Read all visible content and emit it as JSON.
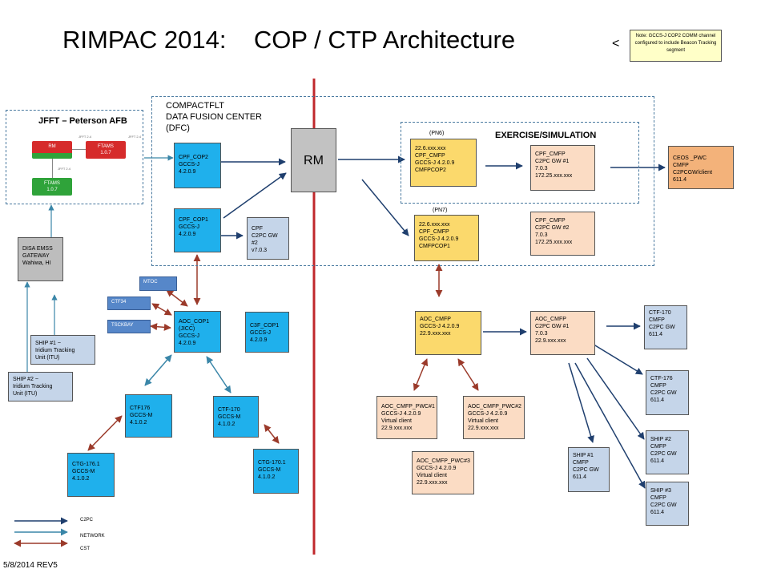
{
  "title": "RIMPAC 2014:    COP / CTP Architecture",
  "note": {
    "arrow": "<",
    "text": "Note:  GCCS-J COP2 COMM channel configured to include Beacon Tracking segment"
  },
  "regions": {
    "jfft": "JFFT – Peterson AFB",
    "fusion": "COMPACTFLT\nDATA FUSION CENTER\n(DFC)",
    "exercise": "EXERCISE/SIMULATION"
  },
  "jfft_inner": {
    "rm": "RM",
    "ftams_top": "FTAMS\n1.0.7",
    "ftams_bottom": "FTAMS\n1.0.7",
    "side_label_1": "JFFT 2.4",
    "side_label_2": "JFFT 2.4",
    "side_label_3": "JFFT 2.4"
  },
  "rm": "RM",
  "boxes": {
    "cpf_cop2": "CPF_COP2\nGCCS-J\n4.2.0.9",
    "cpf_cop1": "CPF_COP1\nGCCS-J\n4.2.0.9",
    "cpf_c2pc": "CPF\nC2PC GW #2\nv7.0.3",
    "disa": "DISA EMSS\nGATEWAY\nWahiwa, HI",
    "ship1_iridium": "SHIP #1 ~\nIridium Tracking\nUnit (ITU)",
    "ship2_iridium": "SHIP #2 ~\nIridium Tracking\nUnit (ITU)",
    "aoc_cop1": "AOC_COP1\n(JICC)\nGCCS-J\n4.2.0.9",
    "c3f_cop1": "C3F_COP1\nGCCS-J\n4.2.0.9",
    "ctf176": "CTF176\nGCCS-M\n4.1.0.2",
    "ctf170": "CTF-170\nGCCS-M\n4.1.0.2",
    "ctg1761": "CTG-176.1\nGCCS-M\n4.1.0.2",
    "ctg1701": "CTG-170.1\nGCCS-M\n4.1.0.2",
    "pn6_label": "(PN6)",
    "pn7_label": "(PN7)",
    "cmfp_cop2": "22.6.xxx.xxx\nCPF_CMFP\nGCCS-J 4.2.0.9\nCMFPCOP2",
    "cmfp_cop1": "22.6.xxx.xxx\nCPF_CMFP\nGCCS-J 4.2.0.9\nCMFPCOP1",
    "c2pc_gw1": "CPF_CMFP\nC2PC GW #1\n7.0.3\n172.25.xxx.xxx",
    "c2pc_gw2": "CPF_CMFP\nC2PC GW #2\n7.0.3\n172.25.xxx.xxx",
    "ceos": "CEOS _PWC\nCMFP\nC2PCGW/client\n611.4",
    "aoc_cmfp": "AOC_CMFP\nGCCS-J 4.2.0.9\n22.9.xxx.xxx",
    "aoc_cmfp_gw": "AOC_CMFP\nC2PC GW #1\n7.0.3\n22.9.xxx.xxx",
    "pwc1": "AOC_CMFP_PWC#1\nGCCS-J 4.2.0.9\nVirtual client\n22.9.xxx.xxx",
    "pwc2": "AOC_CMFP_PWC#2\nGCCS-J 4.2.0.9\nVirtual client\n22.9.xxx.xxx",
    "pwc3": "AOC_CMFP_PWC#3\nGCCS-J 4.2.0.9\nVirtual client\n22.9.xxx.xxx",
    "ctf170_c2pc": "CTF-170\nCMFP\nC2PC GW\n611.4",
    "ctf176_c2pc": "CTF-176\nCMFP\nC2PC GW\n611.4",
    "ship1_cmfp": "SHIP #1\nCMFP\nC2PC GW\n611.4",
    "ship2_cmfp": "SHIP #2\nCMFP\nC2PC GW\n611.4",
    "ship3_cmfp": "SHIP #3\nCMFP\nC2PC GW\n611.4"
  },
  "tags": {
    "mtoc": "MTOC",
    "ctf34": "CTF34",
    "tsckbay": "TSCKBAY"
  },
  "legend": {
    "c2pc": "C2PC",
    "network": "NETWORK",
    "cst": "CST"
  },
  "footer": "5/8/2014 REV5",
  "colors": {
    "blue_box": "#1fb0ec",
    "light_blue_box": "#c5d5e9",
    "yellow_box": "#fbd96c",
    "peach_box": "#fbdcc4",
    "orange_box": "#f3b27a",
    "c2pc_line": "#1f3f6e",
    "network_line": "#3a86a8",
    "cst_line": "#9b3a2a",
    "divider": "#c0282c"
  }
}
